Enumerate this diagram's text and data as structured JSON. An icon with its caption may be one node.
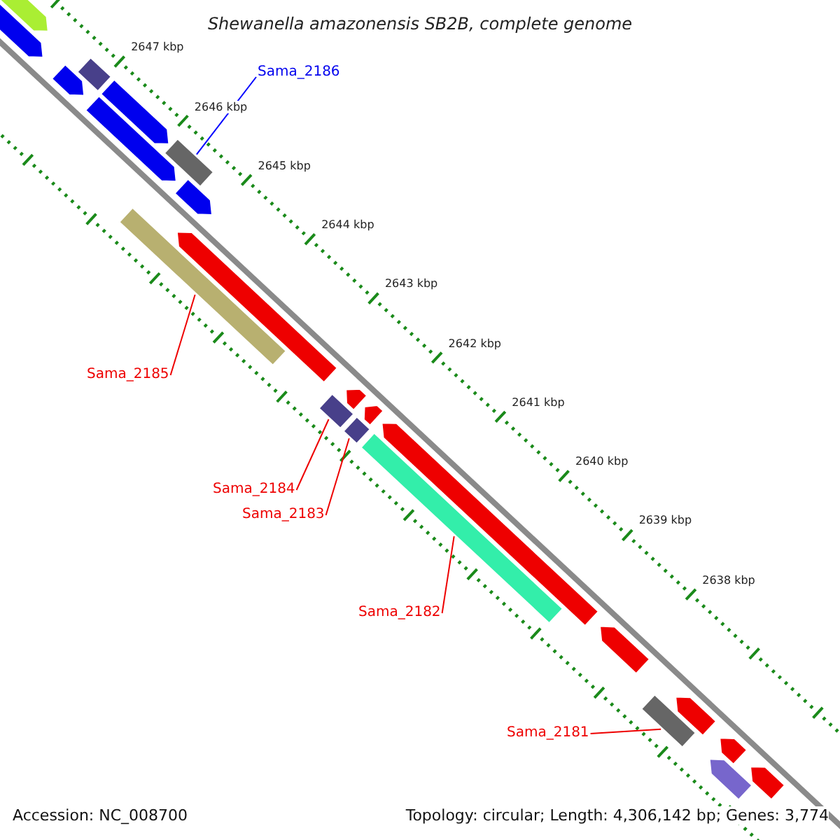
{
  "diagram": {
    "title": "Shewanella amazonensis SB2B, complete genome",
    "nodes": [
      {
        "text": [
          "Sama_2186"
        ]
      },
      {
        "text": [
          "Sama_2185"
        ]
      },
      {
        "text": [
          "Sama_2184"
        ]
      },
      {
        "text": [
          "Sama_2183"
        ]
      },
      {
        "text": [
          "Sama_2182"
        ]
      },
      {
        "text": [
          "Sama_2181"
        ]
      },
      {
        "text": [],
        "shape": "arrow"
      },
      {
        "text": [],
        "shape": "arrow"
      },
      {
        "text": [],
        "shape": "arrow"
      },
      {
        "text": [],
        "shape": "bar"
      },
      {
        "text": [],
        "shape": "arrow"
      },
      {
        "text": [],
        "shape": "arrow"
      },
      {
        "text": [],
        "shape": "bar"
      },
      {
        "text": [],
        "shape": "bar"
      },
      {
        "text": [],
        "shape": "arrow"
      },
      {
        "text": [],
        "shape": "arrow"
      },
      {
        "text": [],
        "shape": "bar"
      },
      {
        "text": [],
        "shape": "arrow"
      },
      {
        "text": [],
        "shape": "arrow"
      },
      {
        "text": [],
        "shape": "bar"
      },
      {
        "text": [],
        "shape": "arrow"
      },
      {
        "text": [],
        "shape": "bar"
      },
      {
        "text": [],
        "shape": "arrow"
      },
      {
        "text": [],
        "shape": "bar"
      },
      {
        "text": [],
        "shape": "arrow"
      },
      {
        "text": [],
        "shape": "arrow"
      },
      {
        "text": [],
        "shape": "arrow"
      },
      {
        "text": [],
        "shape": "arrow"
      }
    ],
    "edges": [
      {
        "from": 0,
        "to": 12,
        "arrow": "none",
        "color": "#0000ff"
      },
      {
        "from": 1,
        "to": 13,
        "arrow": "none"
      },
      {
        "from": 2,
        "to": 16,
        "arrow": "none"
      },
      {
        "from": 3,
        "to": 19,
        "arrow": "none"
      },
      {
        "from": 4,
        "to": 21,
        "arrow": "none"
      },
      {
        "from": 5,
        "to": 23,
        "arrow": "none"
      }
    ],
    "labels": [
      "2647 kbp",
      "2646 kbp",
      "2645 kbp",
      "2644 kbp",
      "2643 kbp",
      "2642 kbp",
      "2641 kbp",
      "2640 kbp",
      "2639 kbp",
      "2638 kbp",
      "Accession: NC_008700",
      "Topology: circular; Length: 4,306,142 bp; Genes: 3,774"
    ]
  }
}
